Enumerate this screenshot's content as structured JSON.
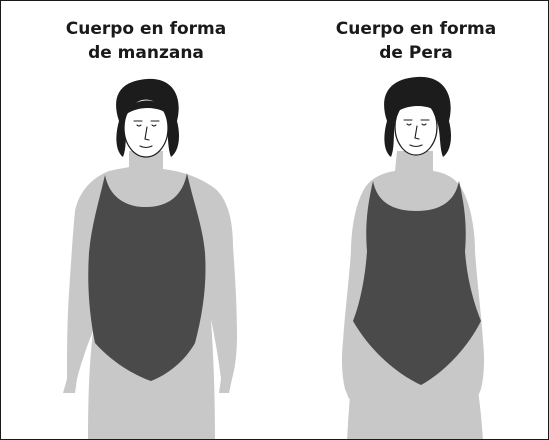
{
  "panels": [
    {
      "title_line1": "Cuerpo en forma",
      "title_line2": "de manzana"
    },
    {
      "title_line1": "Cuerpo en forma",
      "title_line2": "de Pera"
    }
  ],
  "colors": {
    "background": "#ffffff",
    "border": "#1a1a1a",
    "skin": "#c8c8c8",
    "swimsuit": "#4a4a4a",
    "hair": "#1c1c1c",
    "face": "#ffffff",
    "text": "#1a1a1a"
  },
  "icons": {
    "apple_figure": "woman-silhouette-apple-shape",
    "pear_figure": "woman-silhouette-pear-shape"
  }
}
